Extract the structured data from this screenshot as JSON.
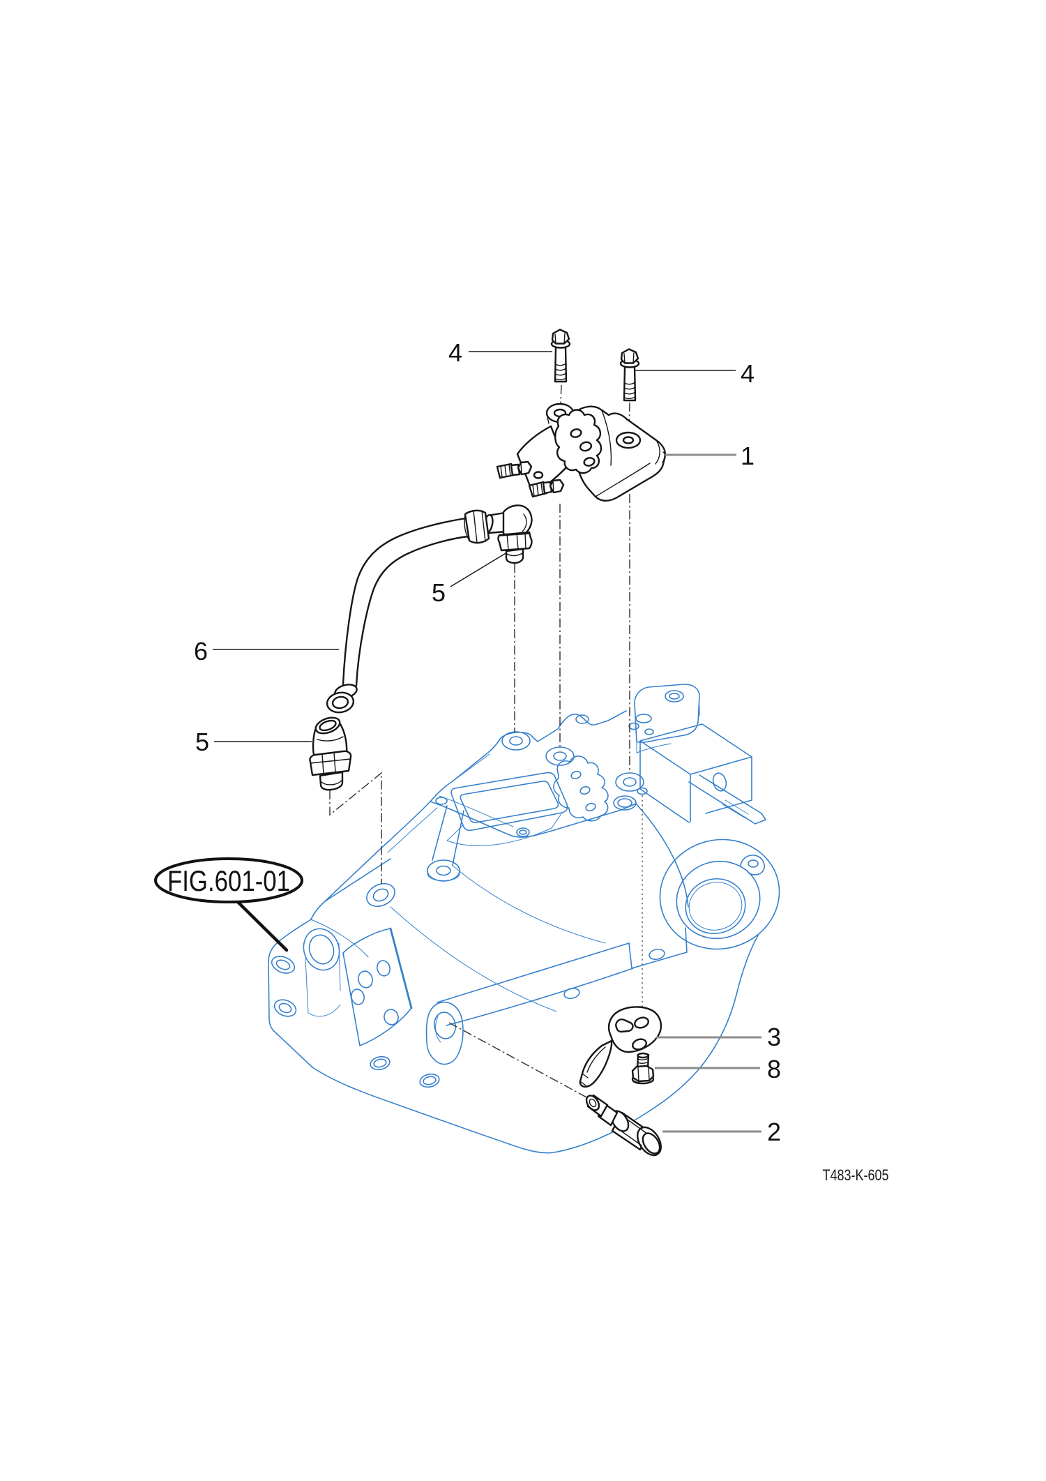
{
  "figure": {
    "reference_label": "FIG.601-01",
    "drawing_code": "T483-K-605"
  },
  "colors": {
    "housing_line": "#3580cc",
    "part_line": "#161616",
    "leader_black": "#1a1a1a",
    "leader_gray": "#8c8c8c",
    "label_text": "#111111"
  },
  "callouts": [
    {
      "label": "4",
      "target": "flange-bolt-left"
    },
    {
      "label": "4",
      "target": "flange-bolt-right"
    },
    {
      "label": "1",
      "target": "valve-assembly"
    },
    {
      "label": "5",
      "target": "elbow-fitting-upper"
    },
    {
      "label": "6",
      "target": "hose"
    },
    {
      "label": "5",
      "target": "elbow-fitting-lower"
    },
    {
      "label": "3",
      "target": "bracket"
    },
    {
      "label": "8",
      "target": "flange-bolt-small"
    },
    {
      "label": "2",
      "target": "plug"
    }
  ]
}
